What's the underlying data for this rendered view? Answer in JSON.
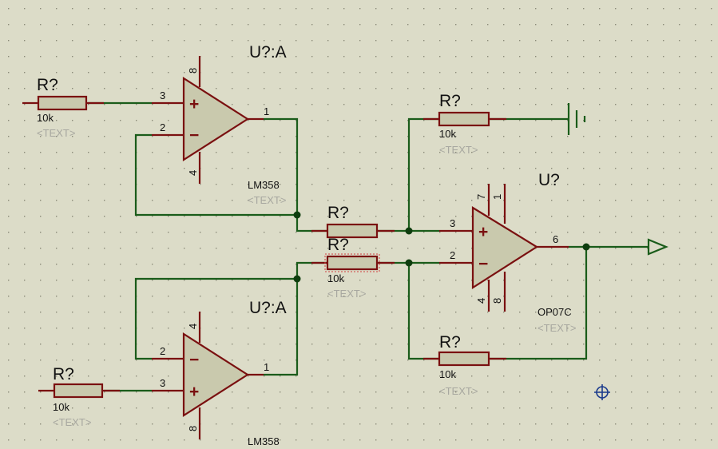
{
  "colors": {
    "background": "#dcdcc8",
    "wire": "#1a5c1a",
    "component": "#7a1010",
    "opamp_fill": "#c9c9ad",
    "resistor_fill": "#c9c9ad",
    "junction": "#0e3d0e",
    "text": "#111111",
    "placeholder_text": "#a8a8a0",
    "marker": "#1a3a8c"
  },
  "opamps": {
    "top": {
      "ref": "U?:A",
      "part": "LM358",
      "text": "<TEXT>",
      "pin_in_plus": "3",
      "pin_in_minus": "2",
      "pin_out": "1",
      "pin_v_top": "8",
      "pin_v_bottom": "4",
      "sym_plus": "+",
      "sym_minus": "−"
    },
    "bottom": {
      "ref": "U?:A",
      "part": "LM358",
      "pin_in_plus": "3",
      "pin_in_minus": "2",
      "pin_out": "1",
      "pin_v_top": "4",
      "pin_v_bottom": "8",
      "sym_plus": "+",
      "sym_minus": "−"
    },
    "right": {
      "ref": "U?",
      "part": "OP07C",
      "text": "<TEXT>",
      "pin_in_plus": "3",
      "pin_in_minus": "2",
      "pin_out": "6",
      "pin_top_a": "7",
      "pin_top_b": "1",
      "pin_bottom_a": "4",
      "pin_bottom_b": "8",
      "sym_plus": "+",
      "sym_minus": "−"
    }
  },
  "resistors": {
    "r_top_input": {
      "ref": "R?",
      "value": "10k",
      "text": "<TEXT>"
    },
    "r_bottom_input": {
      "ref": "R?",
      "value": "10k",
      "text": "<TEXT>"
    },
    "r_ground": {
      "ref": "R?",
      "value": "10k",
      "text": "<TEXT>"
    },
    "r_mid_upper": {
      "ref": "R?"
    },
    "r_mid_lower": {
      "ref": "R?",
      "value": "10k",
      "text": "<TEXT>"
    },
    "r_feedback": {
      "ref": "R?",
      "value": "10k",
      "text": "<TEXT>"
    }
  }
}
